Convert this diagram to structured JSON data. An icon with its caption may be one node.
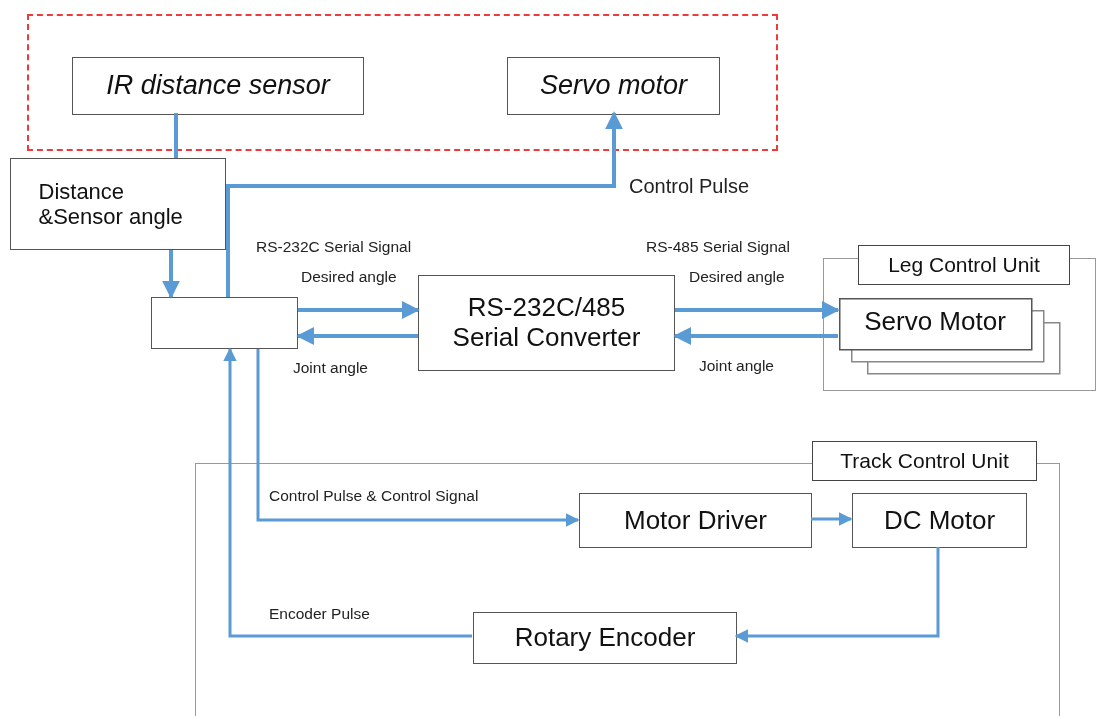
{
  "diagram": {
    "nodes": [
      {
        "text": [],
        "shape": "box"
      },
      {
        "text": [
          "IR distance sensor"
        ],
        "in": 0
      },
      {
        "text": [
          "Servo motor"
        ],
        "in": 0
      },
      {
        "text": [
          "Distance &Sensor angle"
        ]
      },
      {
        "text": [],
        "shape": "box"
      },
      {
        "text": [
          "RS-232C/485 Serial Converter"
        ]
      },
      {
        "text": [
          "Leg Control Unit"
        ]
      },
      {
        "text": [
          "Servo Motor"
        ],
        "in": 6
      },
      {
        "text": [
          "Track Control Unit"
        ]
      },
      {
        "text": [
          "Motor Driver"
        ],
        "in": 8
      },
      {
        "text": [
          "DC Motor"
        ],
        "in": 8
      },
      {
        "text": [
          "Rotary Encoder"
        ],
        "in": 8
      }
    ],
    "edges": [
      {
        "from": 1,
        "to": 3,
        "arrow": "none"
      },
      {
        "from": 3,
        "to": 4,
        "arrow": "to"
      },
      {
        "from": 4,
        "to": 2,
        "arrow": "to",
        "label": "Control Pulse"
      },
      {
        "from": 4,
        "to": 5,
        "arrow": "to",
        "label": "Desired angle"
      },
      {
        "from": 5,
        "to": 4,
        "arrow": "to",
        "label": "Joint angle"
      },
      {
        "from": 5,
        "to": 7,
        "arrow": "to",
        "label": "Desired angle"
      },
      {
        "from": 7,
        "to": 5,
        "arrow": "to",
        "label": "Joint angle"
      },
      {
        "from": 4,
        "to": 9,
        "arrow": "to",
        "label": "Control Pulse & Control Signal"
      },
      {
        "from": 9,
        "to": 10,
        "arrow": "to"
      },
      {
        "from": 10,
        "to": 11,
        "arrow": "to"
      },
      {
        "from": 11,
        "to": 4,
        "arrow": "to",
        "label": "Encoder Pulse"
      }
    ],
    "labels": [
      "RS-232C Serial Signal",
      "RS-485 Serial Signal"
    ]
  }
}
